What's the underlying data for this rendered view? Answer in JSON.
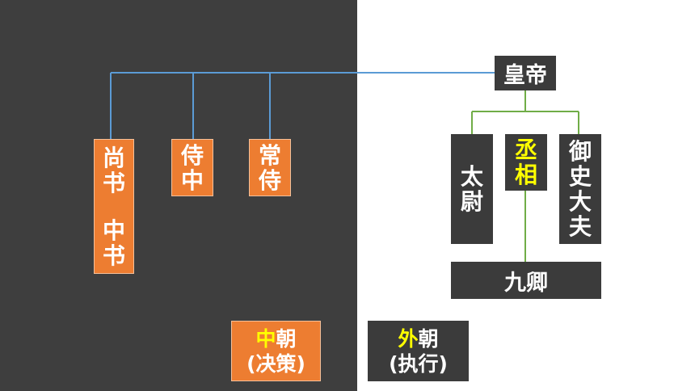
{
  "emperor": "皇帝",
  "inner_court": {
    "shangshu": [
      "尚",
      "书"
    ],
    "zhongshu": [
      "中",
      "书"
    ],
    "shizhong": [
      "侍",
      "中"
    ],
    "changshi": [
      "常",
      "侍"
    ]
  },
  "outer_court": {
    "taiwei": [
      "太",
      "尉"
    ],
    "chengxiang": [
      "丞",
      "相"
    ],
    "yushidafu": [
      "御",
      "史",
      "大",
      "夫"
    ],
    "jiuqing": "九卿"
  },
  "legend": {
    "inner_highlight": "中",
    "inner_rest": "朝",
    "inner_role": "(决策)",
    "outer_highlight": "外",
    "outer_rest": "朝",
    "outer_role": "(执行)"
  },
  "colors": {
    "dark_panel": "#3e3e3e",
    "orange": "#ed7d31",
    "dark_box": "#3b3b3b",
    "blue_line": "#5b9bd5",
    "green_line": "#70ad47",
    "highlight": "#ffff00"
  }
}
